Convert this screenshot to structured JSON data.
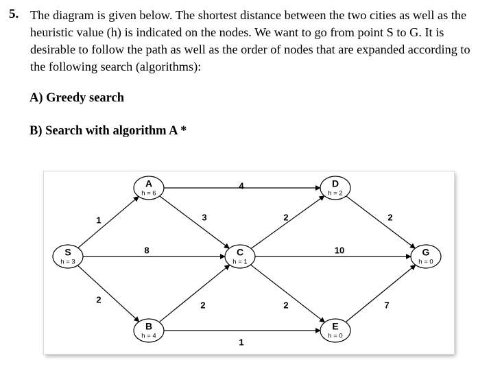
{
  "question": {
    "number": "5.",
    "lines": [
      "The diagram is given below. The shortest distance between the two cities as well as the",
      "heuristic value (h) is indicated on the nodes. We want to go from point S to G. It is",
      "desirable to follow the path as well as the order of nodes that are expanded according to",
      "the following search (algorithms):"
    ],
    "part_a": "A)  Greedy search",
    "part_b": "B) Search with algorithm A *"
  },
  "graph": {
    "nodes": [
      {
        "id": "S",
        "name": "S",
        "h": "h = 3"
      },
      {
        "id": "A",
        "name": "A",
        "h": "h = 6"
      },
      {
        "id": "B",
        "name": "B",
        "h": "h = 4"
      },
      {
        "id": "C",
        "name": "C",
        "h": "h = 1"
      },
      {
        "id": "D",
        "name": "D",
        "h": "h = 2"
      },
      {
        "id": "E",
        "name": "E",
        "h": "h = 0"
      },
      {
        "id": "G",
        "name": "G",
        "h": "h = 0"
      }
    ],
    "edges": [
      {
        "from": "S",
        "to": "A",
        "weight": "1"
      },
      {
        "from": "S",
        "to": "B",
        "weight": "2"
      },
      {
        "from": "S",
        "to": "C",
        "weight": "8"
      },
      {
        "from": "A",
        "to": "D",
        "weight": "4"
      },
      {
        "from": "A",
        "to": "C",
        "weight": "3"
      },
      {
        "from": "B",
        "to": "C",
        "weight": "2"
      },
      {
        "from": "B",
        "to": "E",
        "weight": "1"
      },
      {
        "from": "C",
        "to": "D",
        "weight": "2"
      },
      {
        "from": "C",
        "to": "E",
        "weight": "2"
      },
      {
        "from": "C",
        "to": "G",
        "weight": "10"
      },
      {
        "from": "D",
        "to": "G",
        "weight": "2"
      },
      {
        "from": "E",
        "to": "G",
        "weight": "7"
      }
    ]
  }
}
